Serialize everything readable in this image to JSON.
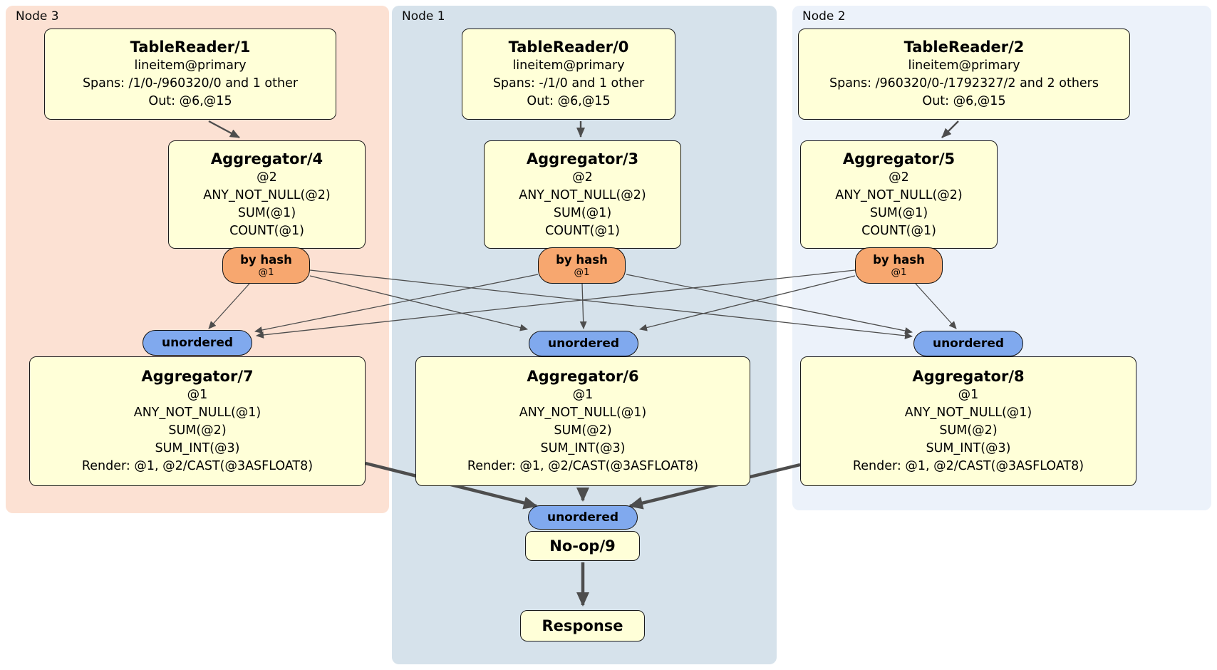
{
  "regions": {
    "node3": {
      "label": "Node 3"
    },
    "node1": {
      "label": "Node 1"
    },
    "node2": {
      "label": "Node 2"
    }
  },
  "colors": {
    "node3_bg": "#fce1d3",
    "node1_bg": "#d6e2eb",
    "node2_bg": "#ecf2fa",
    "box_bg": "#ffffd8",
    "box_border": "#1a1a1a",
    "hash_bg": "#f7a76f",
    "unordered_bg": "#80a9ee",
    "edge": "#4d4d4d"
  },
  "routers": {
    "by_hash_label": "by hash",
    "by_hash_col": "@1",
    "unordered_label": "unordered"
  },
  "processors": {
    "tablereader1": {
      "title": "TableReader/1",
      "index": "lineitem@primary",
      "spans": "Spans: /1/0-/960320/0 and 1 other",
      "out": "Out: @6,@15"
    },
    "tablereader0": {
      "title": "TableReader/0",
      "index": "lineitem@primary",
      "spans": "Spans: -/1/0 and 1 other",
      "out": "Out: @6,@15"
    },
    "tablereader2": {
      "title": "TableReader/2",
      "index": "lineitem@primary",
      "spans": "Spans: /960320/0-/1792327/2 and 2 others",
      "out": "Out: @6,@15"
    },
    "aggregator4": {
      "title": "Aggregator/4",
      "group": "@2",
      "agg1": "ANY_NOT_NULL(@2)",
      "agg2": "SUM(@1)",
      "agg3": "COUNT(@1)"
    },
    "aggregator3": {
      "title": "Aggregator/3",
      "group": "@2",
      "agg1": "ANY_NOT_NULL(@2)",
      "agg2": "SUM(@1)",
      "agg3": "COUNT(@1)"
    },
    "aggregator5": {
      "title": "Aggregator/5",
      "group": "@2",
      "agg1": "ANY_NOT_NULL(@2)",
      "agg2": "SUM(@1)",
      "agg3": "COUNT(@1)"
    },
    "aggregator7": {
      "title": "Aggregator/7",
      "group": "@1",
      "agg1": "ANY_NOT_NULL(@1)",
      "agg2": "SUM(@2)",
      "agg3": "SUM_INT(@3)",
      "render": "Render: @1, @2/CAST(@3ASFLOAT8)"
    },
    "aggregator6": {
      "title": "Aggregator/6",
      "group": "@1",
      "agg1": "ANY_NOT_NULL(@1)",
      "agg2": "SUM(@2)",
      "agg3": "SUM_INT(@3)",
      "render": "Render: @1, @2/CAST(@3ASFLOAT8)"
    },
    "aggregator8": {
      "title": "Aggregator/8",
      "group": "@1",
      "agg1": "ANY_NOT_NULL(@1)",
      "agg2": "SUM(@2)",
      "agg3": "SUM_INT(@3)",
      "render": "Render: @1, @2/CAST(@3ASFLOAT8)"
    },
    "noop": {
      "title": "No-op/9"
    },
    "response": {
      "title": "Response"
    }
  }
}
